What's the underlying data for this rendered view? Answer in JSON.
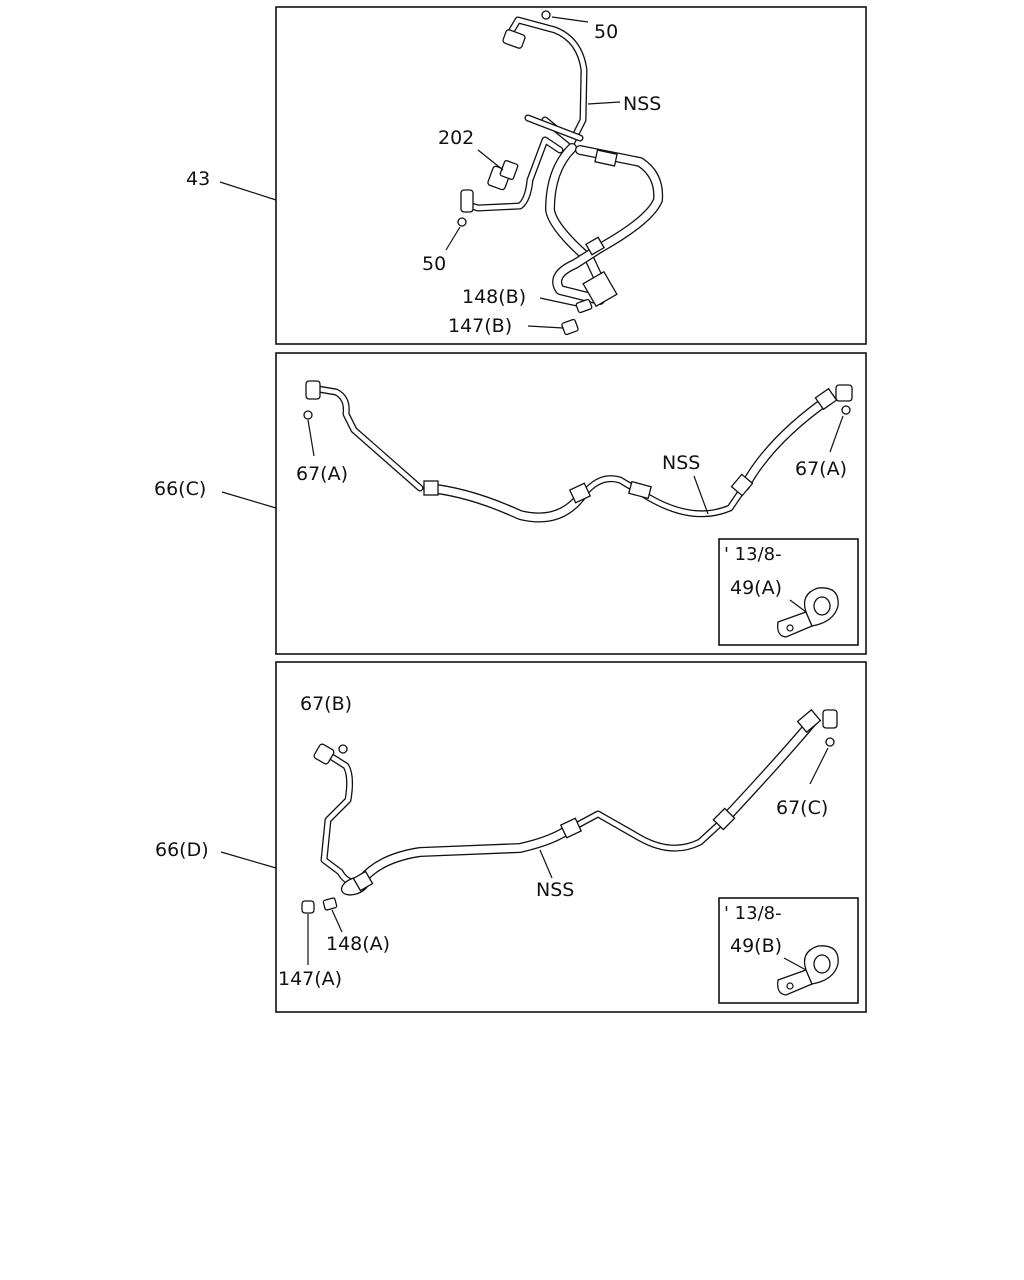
{
  "panels": [
    {
      "ref": "43",
      "labels": {
        "o_ring_top": "50",
        "hose": "NSS",
        "switch": "202",
        "o_ring_left": "50",
        "valve_core_b": "148(B)",
        "cap_b": "147(B)"
      }
    },
    {
      "ref": "66(C)",
      "labels": {
        "o_ring_left": "67(A)",
        "hose": "NSS",
        "o_ring_right": "67(A)"
      },
      "inset": {
        "date": "' 13/8-",
        "part": "49(A)"
      }
    },
    {
      "ref": "66(D)",
      "labels": {
        "o_ring_left": "67(B)",
        "o_ring_right": "67(C)",
        "hose": "NSS",
        "valve_core_a": "148(A)",
        "cap_a": "147(A)"
      },
      "inset": {
        "date": "' 13/8-",
        "part": "49(B)"
      }
    }
  ],
  "icons": [
    "o-ring-icon",
    "pressure-switch-icon",
    "valve-core-icon",
    "cap-icon",
    "pipe-fitting-icon",
    "hose-clamp-icon"
  ]
}
